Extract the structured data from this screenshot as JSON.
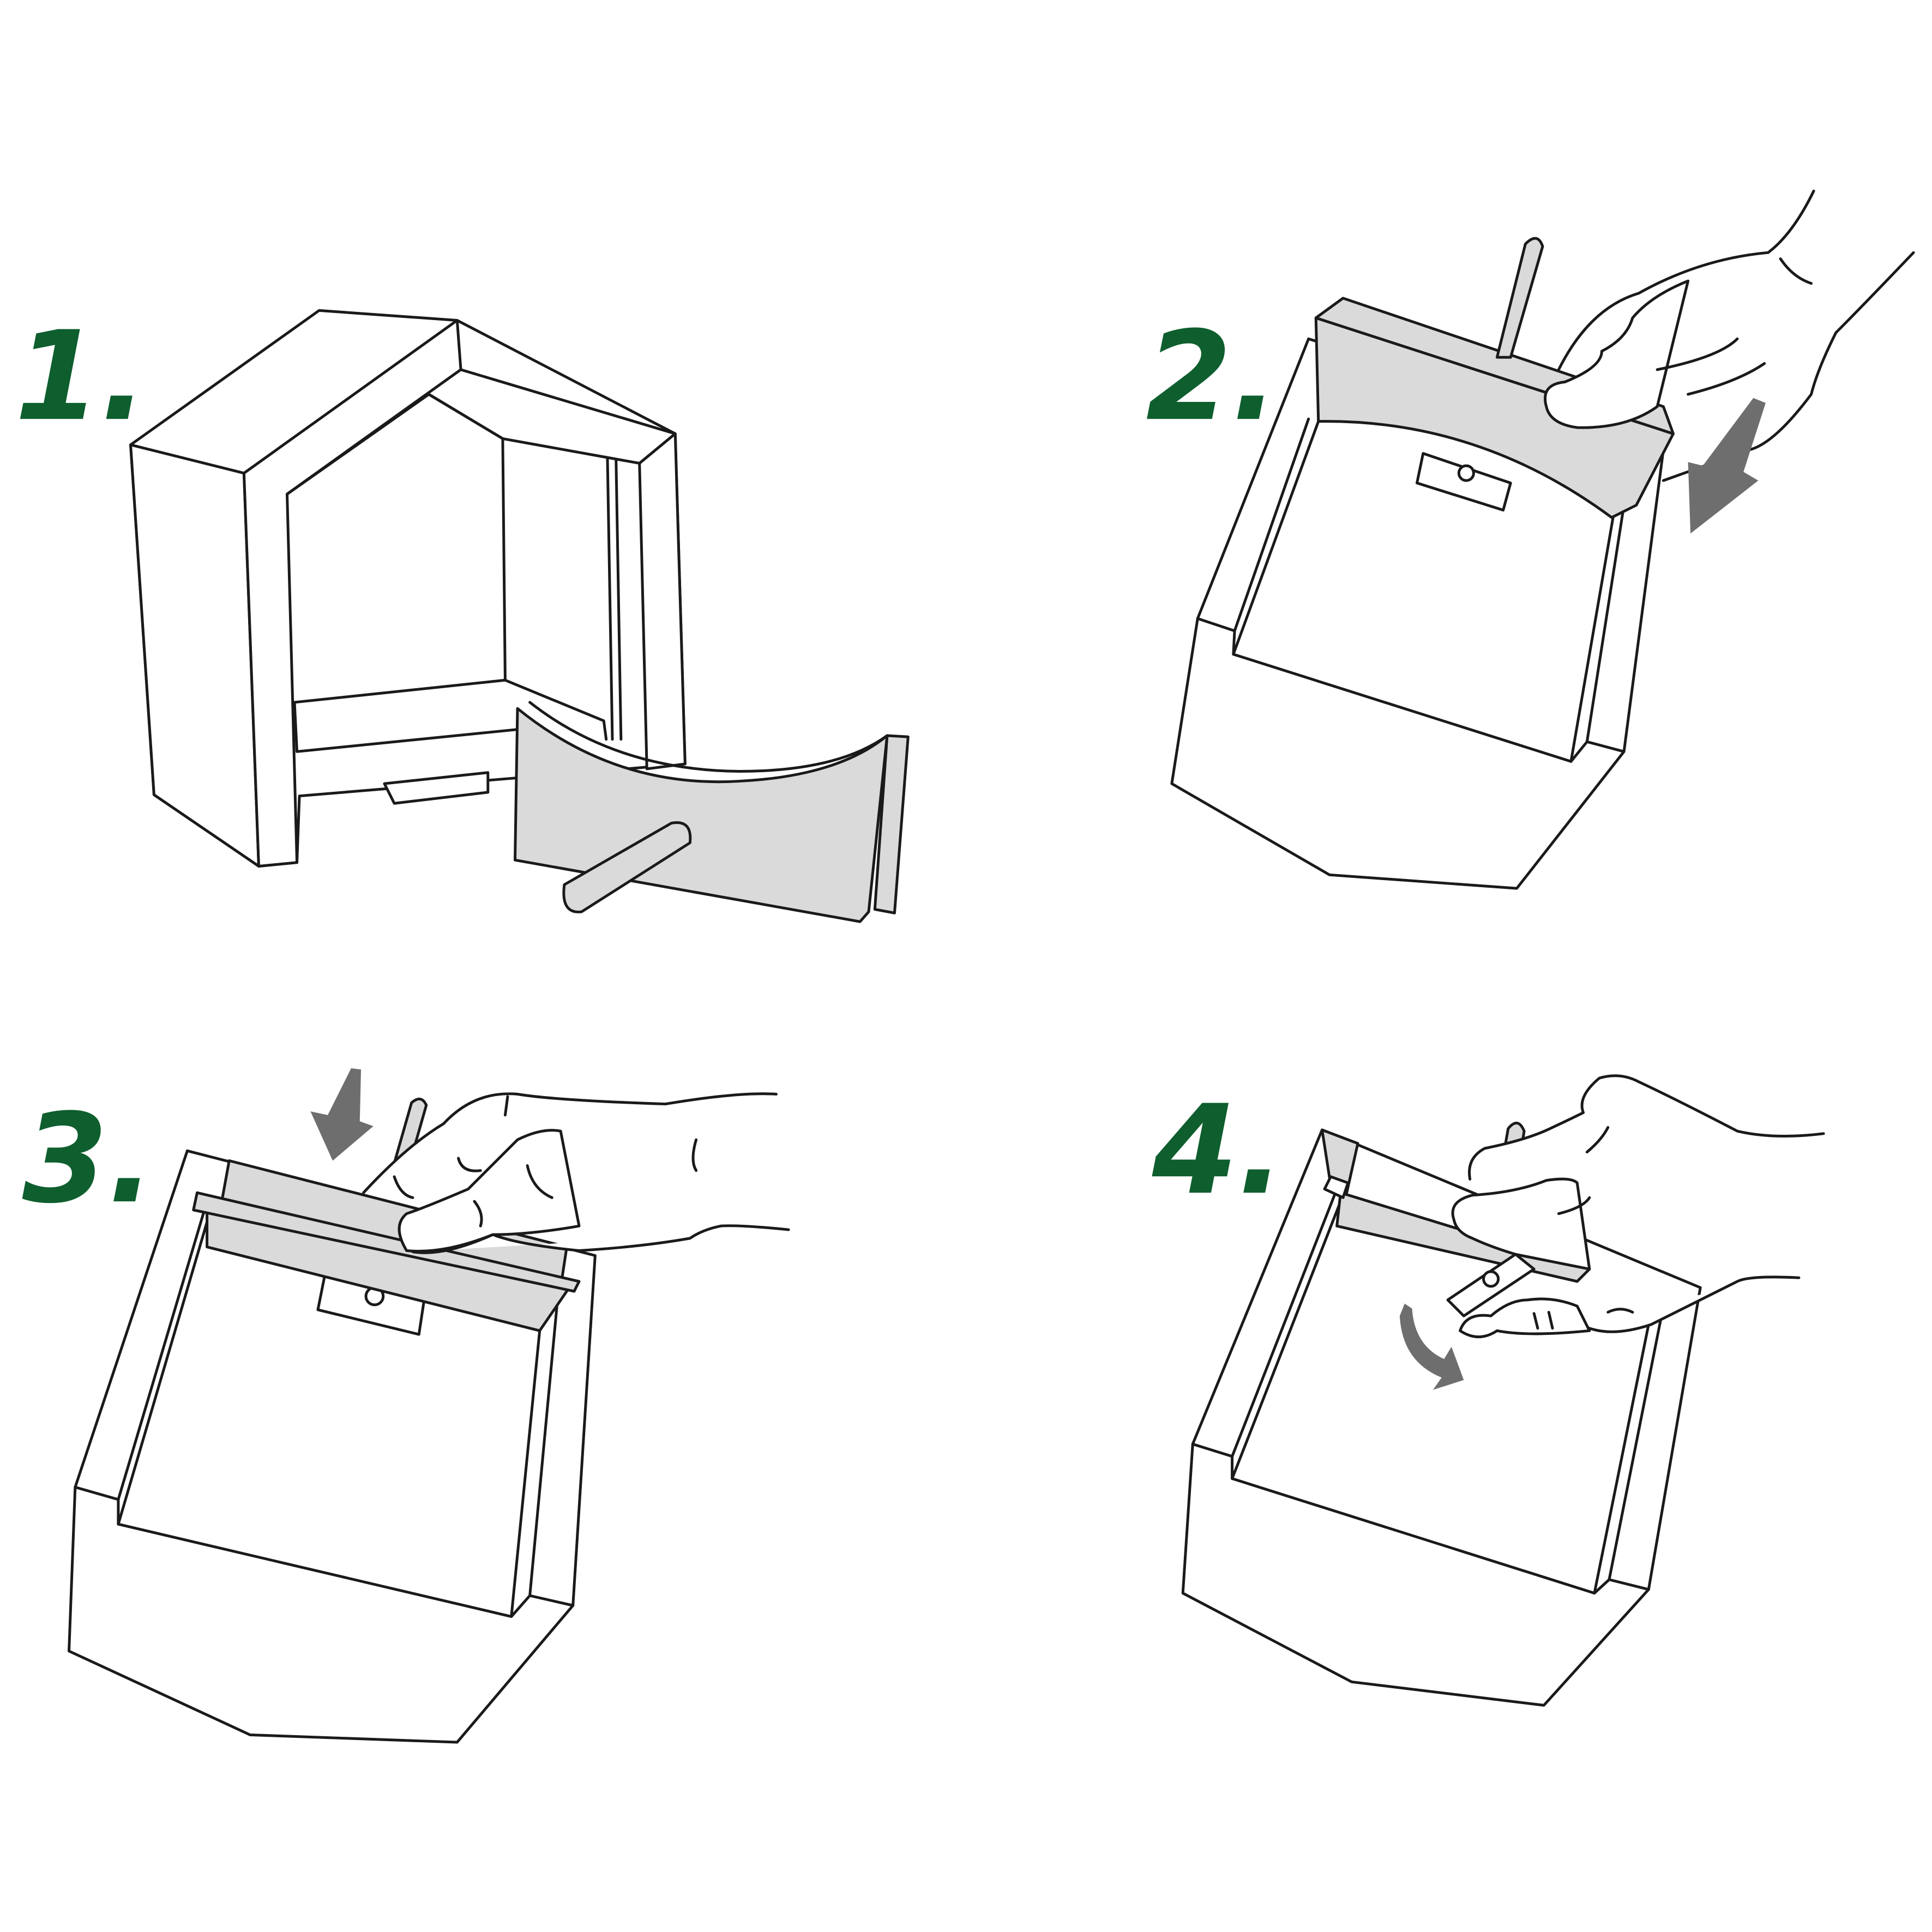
{
  "steps": [
    {
      "label": "1."
    },
    {
      "label": "2."
    },
    {
      "label": "3."
    },
    {
      "label": "4."
    }
  ],
  "colors": {
    "step_number": "#0e5e2e",
    "part_fill": "#dadada",
    "arrow": "#6e6e6e"
  }
}
